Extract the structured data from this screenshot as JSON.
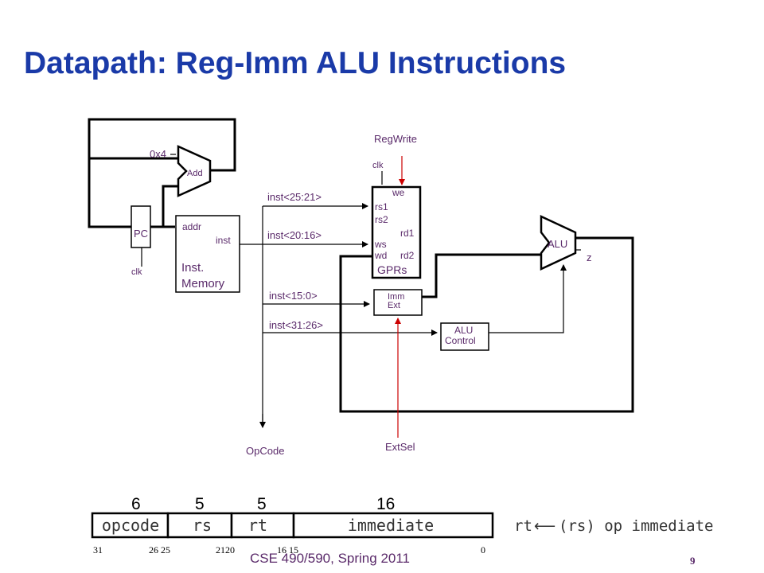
{
  "title": "Datapath: Reg-Imm ALU Instructions",
  "diagram": {
    "const_4": "0x4",
    "adder": "Add",
    "pc": "PC",
    "clk": "clk",
    "imem": {
      "addr": "addr",
      "inst": "inst",
      "name_line1": "Inst.",
      "name_line2": "Memory"
    },
    "regwrite": "RegWrite",
    "gprs": {
      "we": "we",
      "rs1": "rs1",
      "rs2": "rs2",
      "rd1": "rd1",
      "ws": "ws",
      "wd": "wd",
      "rd2": "rd2",
      "name": "GPRs"
    },
    "fields": [
      "inst<25:21>",
      "inst<20:16>",
      "inst<15:0>",
      "inst<31:26>"
    ],
    "imm_ext": [
      "Imm",
      "Ext"
    ],
    "alu": "ALU",
    "zero": "z",
    "alu_control": [
      "ALU",
      "Control"
    ],
    "opcode": "OpCode",
    "extsel": "ExtSel"
  },
  "format": {
    "widths": [
      "6",
      "5",
      "5",
      "16"
    ],
    "fields": [
      "opcode",
      "rs",
      "rt",
      "immediate"
    ],
    "bits": [
      "31",
      "26 25",
      "2120",
      "16 15",
      "0"
    ],
    "rtl_dest": "rt",
    "rtl_arrow": "⟵",
    "rtl_expr": "(rs) op immediate"
  },
  "footer": "CSE 490/590, Spring 2011",
  "page_number": "9",
  "colors": {
    "title": "#1a3aa8",
    "control": "#cc0000",
    "label": "#5a2a6a"
  }
}
